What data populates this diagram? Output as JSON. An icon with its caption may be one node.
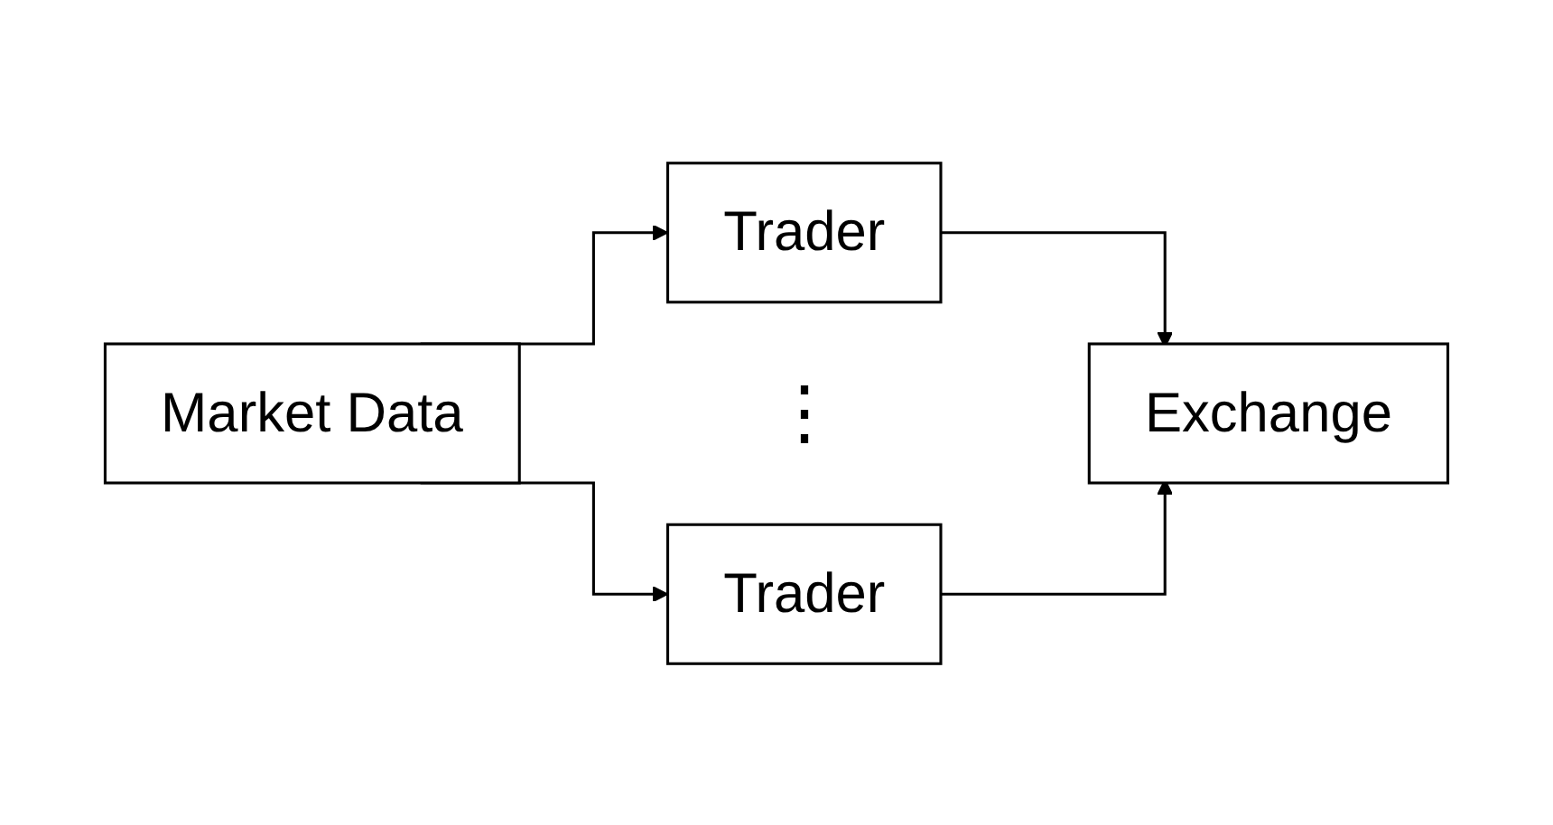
{
  "diagram": {
    "nodes": [
      {
        "text": [
          "Market Data"
        ]
      },
      {
        "text": [
          "Trader"
        ]
      },
      {
        "text": [
          "Trader"
        ]
      },
      {
        "text": [
          "Exchange"
        ]
      }
    ],
    "edges": [
      {
        "from": 0,
        "to": 1,
        "arrow": "to"
      },
      {
        "from": 0,
        "to": 2,
        "arrow": "to"
      },
      {
        "from": 1,
        "to": 3,
        "arrow": "to"
      },
      {
        "from": 2,
        "to": 3,
        "arrow": "to"
      }
    ],
    "labels": [
      "⋮"
    ]
  }
}
